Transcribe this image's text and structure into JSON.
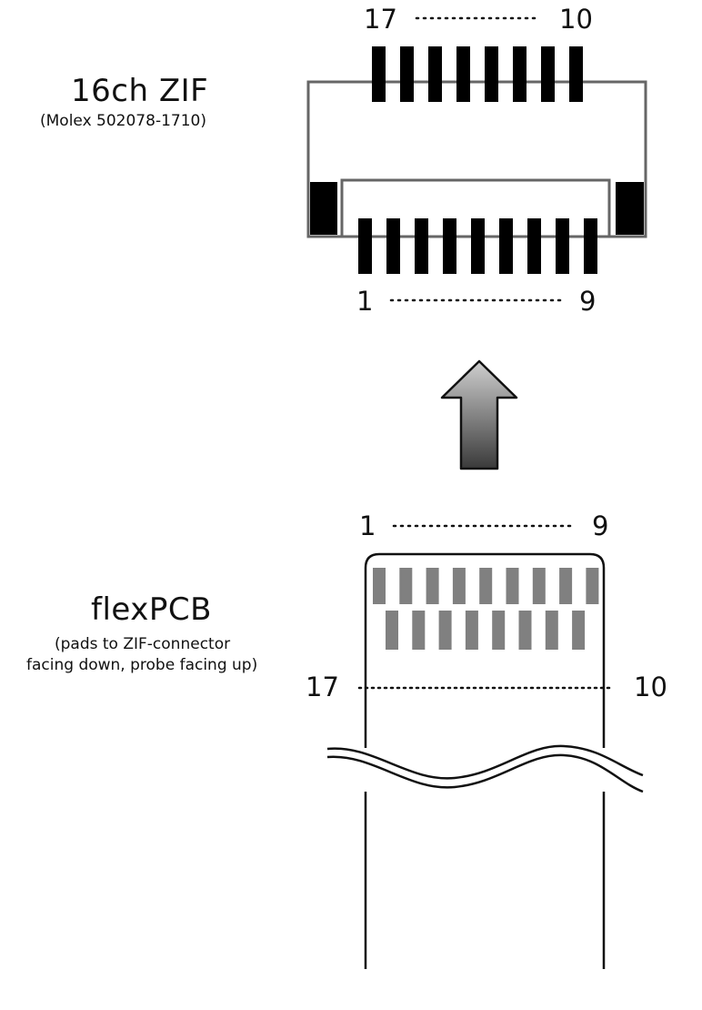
{
  "connector": {
    "title": "16ch ZIF",
    "part": "(Molex 502078-1710)",
    "top_pins": {
      "left": "17",
      "right": "10",
      "count": 8
    },
    "bottom_pins": {
      "left": "1",
      "right": "9",
      "count": 9
    }
  },
  "arrow": {
    "direction": "up",
    "meaning": "insert flexPCB into connector"
  },
  "flexpcb": {
    "title": "flexPCB",
    "note_line1": "(pads to ZIF-connector",
    "note_line2": "facing down, probe facing up)",
    "top_pins": {
      "left": "1",
      "right": "9",
      "count": 9
    },
    "bottom_pins": {
      "left": "17",
      "right": "10",
      "count": 8
    }
  },
  "colors": {
    "pin_fill": "#000000",
    "pad_fill": "#808080",
    "outline": "#666666",
    "arrow_top": "#cfcfcf",
    "arrow_bottom": "#3a3a3a"
  }
}
